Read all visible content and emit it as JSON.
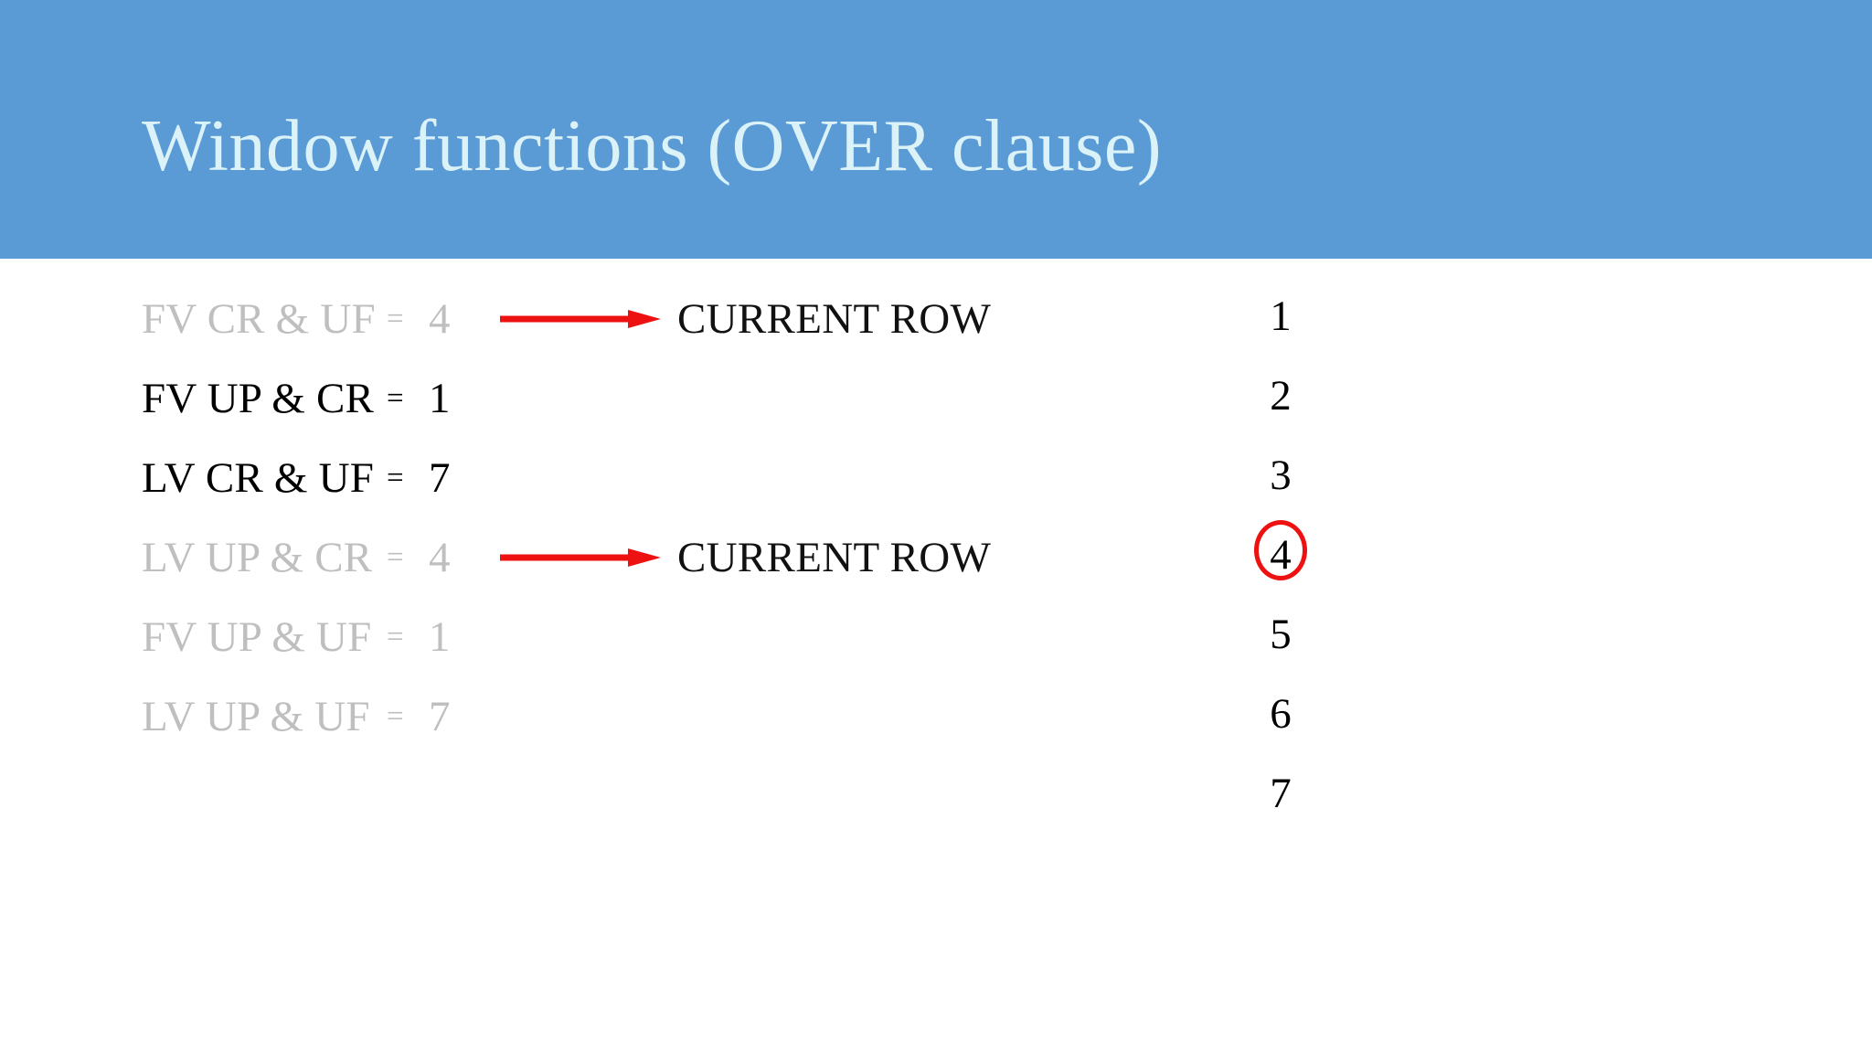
{
  "slide": {
    "title": "Window functions (OVER clause)",
    "banner_color": "#5B9BD5",
    "title_color": "#DAF2F8",
    "background_color": "#FFFFFF",
    "dim_color": "#BFBFBF",
    "accent_color": "#EE1111"
  },
  "frame_rows": [
    {
      "label": "FV CR & UF",
      "equals": "=",
      "value": "4",
      "dimmed": true,
      "annotation": "CURRENT ROW",
      "has_arrow": true
    },
    {
      "label": "FV UP & CR",
      "equals": "=",
      "value": "1",
      "dimmed": false,
      "annotation": "",
      "has_arrow": false
    },
    {
      "label": "LV CR & UF",
      "equals": "=",
      "value": "7",
      "dimmed": false,
      "annotation": "",
      "has_arrow": false
    },
    {
      "label": "LV UP & CR",
      "equals": "=",
      "value": "4",
      "dimmed": true,
      "annotation": "CURRENT ROW",
      "has_arrow": true
    },
    {
      "label": "FV UP & UF",
      "equals": "=",
      "value": "1",
      "dimmed": true,
      "annotation": "",
      "has_arrow": false
    },
    {
      "label": "LV UP & UF",
      "equals": "=",
      "value": "7",
      "dimmed": true,
      "annotation": "",
      "has_arrow": false
    }
  ],
  "row_numbers": [
    {
      "n": "1",
      "circled": false
    },
    {
      "n": "2",
      "circled": false
    },
    {
      "n": "3",
      "circled": false
    },
    {
      "n": "4",
      "circled": true
    },
    {
      "n": "5",
      "circled": false
    },
    {
      "n": "6",
      "circled": false
    },
    {
      "n": "7",
      "circled": false
    }
  ]
}
